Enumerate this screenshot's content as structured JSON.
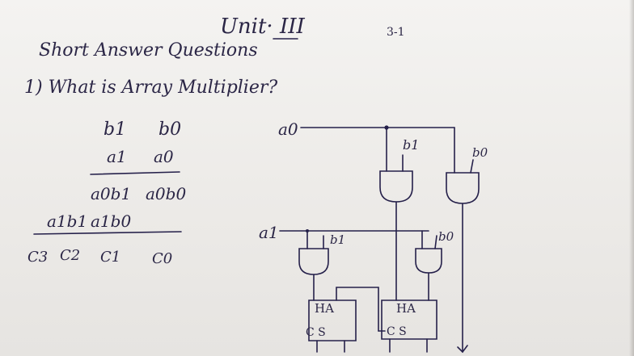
{
  "notes": {
    "header": {
      "title": "Unit· III",
      "page_number": "3-1",
      "subtitle": "Short Answer Questions"
    },
    "question": "1) What is Array Multiplier?",
    "worked_example": {
      "multiplicand": [
        "b1",
        "b0"
      ],
      "multiplier": [
        "a1",
        "a0"
      ],
      "partial_row_1": [
        "a0b1",
        "a0b0"
      ],
      "partial_row_2": [
        "a1b1",
        "a1b0"
      ],
      "result": [
        "C3",
        "C2",
        "C1",
        "C0"
      ]
    },
    "circuit": {
      "input_a0": "a0",
      "input_a1": "a1",
      "input_b1": "b1",
      "input_b0": "b0",
      "adder_1": {
        "name": "HA",
        "ports": "C S"
      },
      "adder_2": {
        "name": "HA",
        "ports": "C S"
      }
    }
  },
  "colors": {
    "ink": "#2b2646",
    "paper": "#f1f0ee",
    "wire": "#25204a"
  }
}
